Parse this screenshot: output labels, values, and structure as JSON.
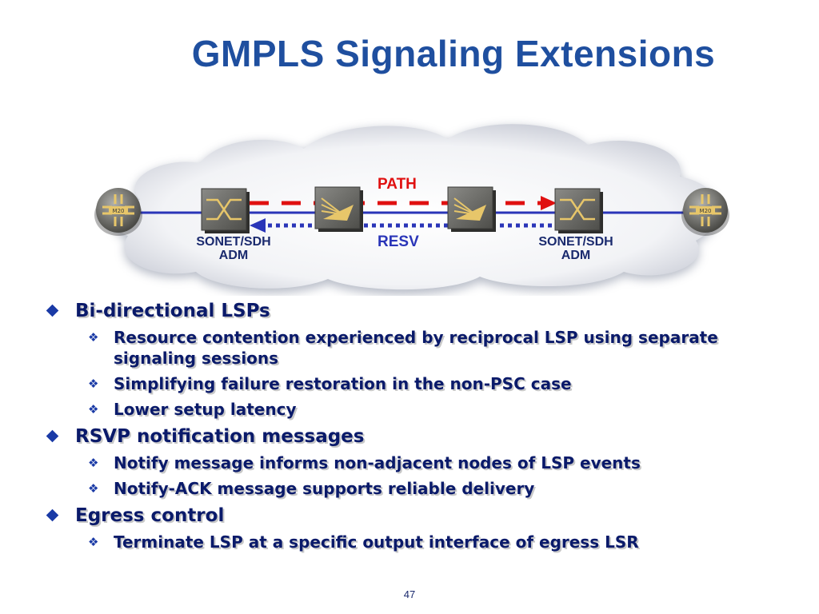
{
  "title": "GMPLS Signaling Extensions",
  "diagram": {
    "path_label": "PATH",
    "resv_label": "RESV",
    "left_adm": [
      "SONET/SDH",
      "ADM"
    ],
    "right_adm": [
      "SONET/SDH",
      "ADM"
    ],
    "router_label": "M20",
    "colors": {
      "path": "#e01010",
      "resv": "#2a35b8",
      "link": "#2a35b8"
    }
  },
  "bullets": [
    {
      "text": "Bi-directional LSPs",
      "sub": [
        "Resource contention experienced by reciprocal LSP using separate signaling sessions",
        "Simplifying failure restoration in the non-PSC case",
        "Lower setup latency"
      ]
    },
    {
      "text": "RSVP notification messages",
      "sub": [
        "Notify message informs non-adjacent nodes of LSP events",
        "Notify-ACK message supports reliable delivery"
      ]
    },
    {
      "text": "Egress control",
      "sub": [
        "Terminate LSP at a specific output interface of egress LSR"
      ]
    }
  ],
  "page_number": "47"
}
